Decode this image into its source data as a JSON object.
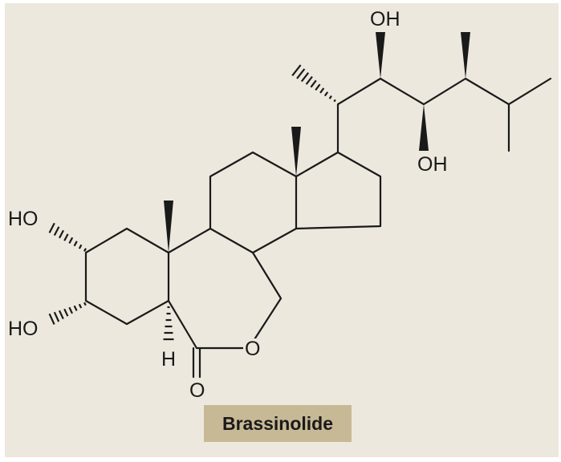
{
  "compound_name": "Brassinolide",
  "atom_labels": {
    "oh_top": "OH",
    "oh_side": "OH",
    "ho_upper": "HO",
    "ho_lower": "HO",
    "ring_oxygen": "O",
    "carbonyl_oxygen": "O",
    "hydrogen": "H"
  },
  "colors": {
    "background": "#ede8dd",
    "label_fill": "#c8b996",
    "ink": "#1a1a1a"
  }
}
